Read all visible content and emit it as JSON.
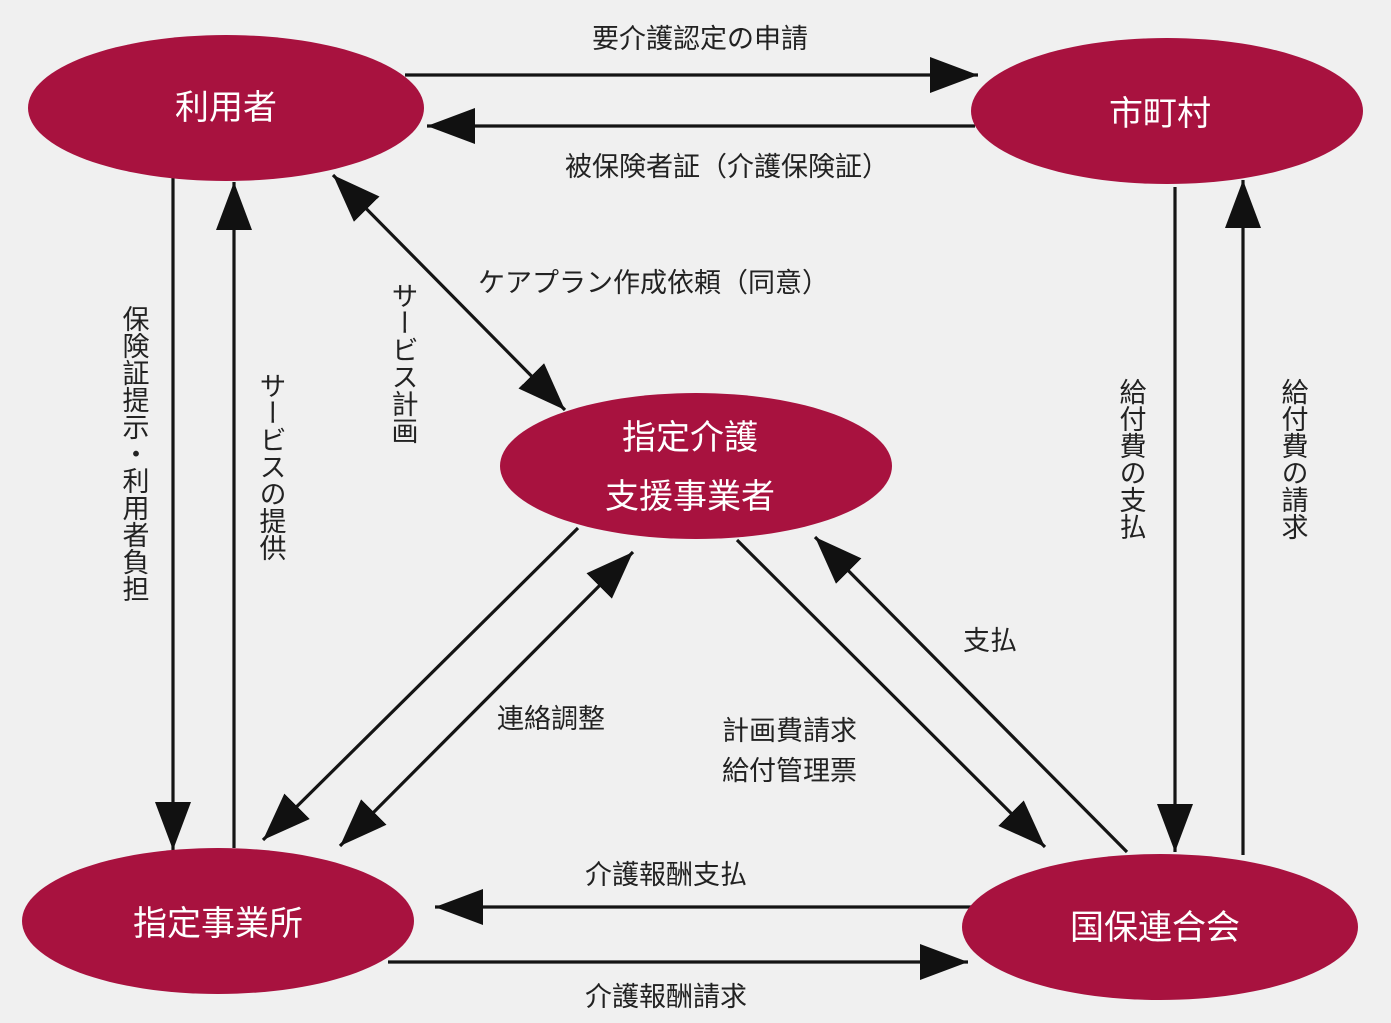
{
  "colors": {
    "node_fill": "#a8123f",
    "background": "#f0f0f0",
    "line": "#141414",
    "text": "#222222"
  },
  "nodes": {
    "user": "利用者",
    "municipality": "市町村",
    "care_manager_line1": "指定介護",
    "care_manager_line2": "支援事業者",
    "provider": "指定事業所",
    "federation": "国保連合会"
  },
  "edges": {
    "certification_application": "要介護認定の申請",
    "insurance_card": "被保険者証（介護保険証）",
    "care_plan_request": "ケアプラン作成依頼（同意）",
    "service_plan": "サービス計画",
    "card_presentation": "保険証提示・利用者負担",
    "service_provision": "サービスの提供",
    "coordination": "連絡調整",
    "plan_fee_claim_line1": "計画費請求",
    "plan_fee_claim_line2": "給付管理票",
    "payment": "支払",
    "benefit_payment": "給付費の支払",
    "benefit_claim": "給付費の請求",
    "care_fee_payment": "介護報酬支払",
    "care_fee_claim": "介護報酬請求"
  }
}
